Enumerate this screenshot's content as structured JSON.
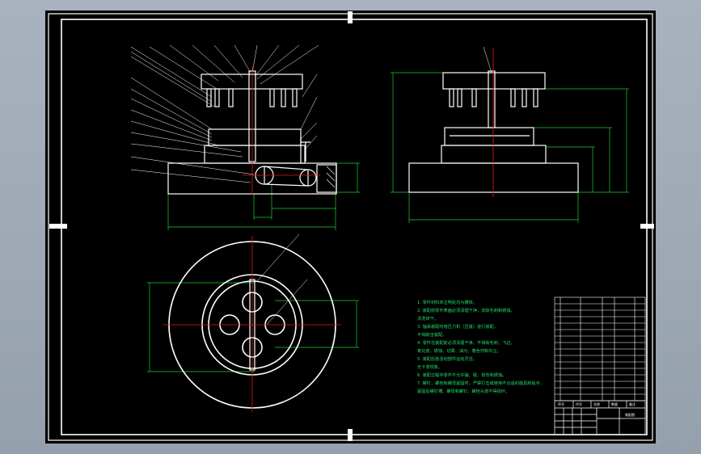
{
  "colors": {
    "paper": "#000000",
    "frame": "#ffffff",
    "outline": "#ffffff",
    "dimension": "#18d22c",
    "centerline": "#e01818",
    "notes": "#1fe06a",
    "background": "#9aa5b2"
  },
  "sheet": {
    "top_view_dimension": "",
    "side_view_dimension": "",
    "plan_view_dimension": ""
  },
  "technical_notes": [
    "1. 零件材料未注明处均为铸铁。",
    "2. 装配前零件表面必须清理干净，去除毛刺和锈蚀，",
    "   清洗烘干。",
    "3. 轴承装配时用压力机（压装）进行装配，",
    "   不得敲击装配。",
    "4. 零件在装配前必须清理干净，不得有毛刺、飞边、",
    "   氧化皮、锈蚀、切屑、油污、着色剂和灰尘。",
    "5. 装配后各活动部件运动灵活，",
    "   无卡滞现象。",
    "6. 装配过程中零件不允许磕、碰、划伤和锈蚀。",
    "7. 螺钉、螺栓和螺母紧固时，严禁打击或使用不合适的旋具和扳手，",
    "   紧固后螺钉槽、螺母和螺钉、螺栓头部不得损坏。"
  ],
  "title_block": {
    "drawing_title": "装配图",
    "footer_labels": [
      "序号",
      "代号",
      "名称",
      "数量",
      "备注"
    ]
  }
}
